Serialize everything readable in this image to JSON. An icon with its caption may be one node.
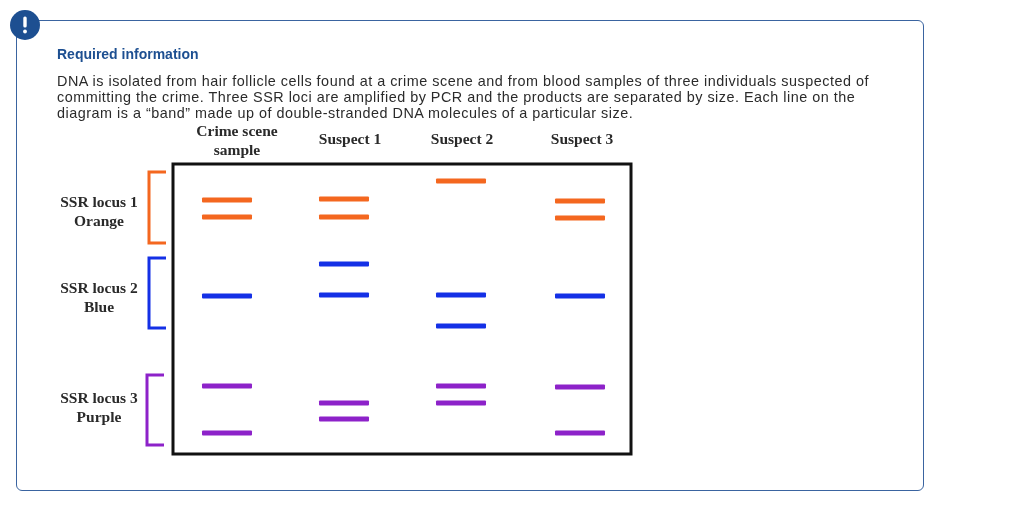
{
  "diagram": {
    "nodes": [
      {
        "text": [
          "Required information",
          "DNA is isolated from hair follicle cells found at a crime scene and from blood samples of three individuals suspected of committing the crime. Three SSR loci are amplified by PCR and the products are separated by size. Each line on the diagram is a “band” made up of double-stranded DNA molecules of a particular size."
        ]
      }
    ],
    "labels": [
      "Crime scene sample",
      "Suspect 1",
      "Suspect 2",
      "Suspect 3",
      "SSR locus 1 Orange",
      "SSR locus 2 Blue",
      "SSR locus 3 Purple"
    ]
  }
}
